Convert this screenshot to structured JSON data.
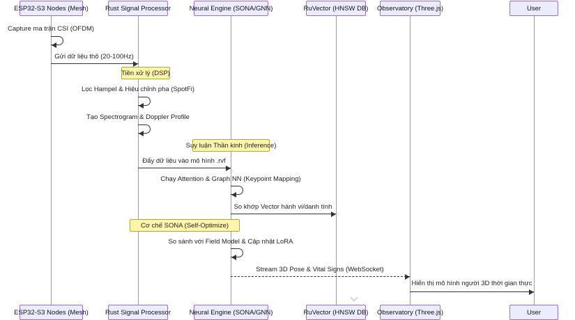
{
  "diagram": {
    "type": "sequence-diagram",
    "participants": [
      {
        "label": "ESP32-S3 Nodes (Mesh)"
      },
      {
        "label": "Rust Signal Processor"
      },
      {
        "label": "Neural Engine (SONA/GNN)"
      },
      {
        "label": "RuVector (HNSW DB)"
      },
      {
        "label": "Observatory (Three.js)"
      },
      {
        "label": "User"
      }
    ],
    "messages": [
      {
        "label": "Capture ma trận CSI (OFDM)",
        "from": "ESP32-S3 Nodes (Mesh)",
        "to": "ESP32-S3 Nodes (Mesh)",
        "kind": "self"
      },
      {
        "label": "Gửi dữ liệu thô (20-100Hz)",
        "from": "ESP32-S3 Nodes (Mesh)",
        "to": "Rust Signal Processor",
        "kind": "solid"
      },
      {
        "label": "Lọc Hampel & Hiệu chỉnh pha (SpotFi)",
        "from": "Rust Signal Processor",
        "to": "Rust Signal Processor",
        "kind": "self"
      },
      {
        "label": "Tạo Spectrogram & Doppler Profile",
        "from": "Rust Signal Processor",
        "to": "Rust Signal Processor",
        "kind": "self"
      },
      {
        "label": "Đẩy dữ liệu vào mô hình .rvf",
        "from": "Rust Signal Processor",
        "to": "Neural Engine (SONA/GNN)",
        "kind": "solid"
      },
      {
        "label": "Chạy Attention & Graph NN (Keypoint Mapping)",
        "from": "Neural Engine (SONA/GNN)",
        "to": "Neural Engine (SONA/GNN)",
        "kind": "self"
      },
      {
        "label": "So khớp Vector hành vi/danh tính",
        "from": "Neural Engine (SONA/GNN)",
        "to": "RuVector (HNSW DB)",
        "kind": "solid"
      },
      {
        "label": "So sánh với Field Model & Cập nhật LoRA",
        "from": "Neural Engine (SONA/GNN)",
        "to": "Neural Engine (SONA/GNN)",
        "kind": "self"
      },
      {
        "label": "Stream 3D Pose & Vital Signs (WebSocket)",
        "from": "Neural Engine (SONA/GNN)",
        "to": "Observatory (Three.js)",
        "kind": "dashed"
      },
      {
        "label": "Hiển thị mô hình người 3D thời gian thực",
        "from": "Observatory (Three.js)",
        "to": "User",
        "kind": "solid"
      }
    ],
    "notes": [
      {
        "label": "Tiền xử lý (DSP)",
        "over": "Rust Signal Processor"
      },
      {
        "label": "Suy luận Thần kinh (Inference)",
        "over": "Neural Engine (SONA/GNN)"
      },
      {
        "label": "Cơ chế SONA (Self-Optimize)",
        "over": "Rust Signal Processor, Neural Engine (SONA/GNN)"
      }
    ],
    "colors": {
      "actor_fill": "#ECECFF",
      "actor_border": "#9370DB",
      "note_fill": "#FFF5AD",
      "note_border": "#AAAA33",
      "line": "#333333",
      "lifeline": "#9A9AB0"
    }
  }
}
